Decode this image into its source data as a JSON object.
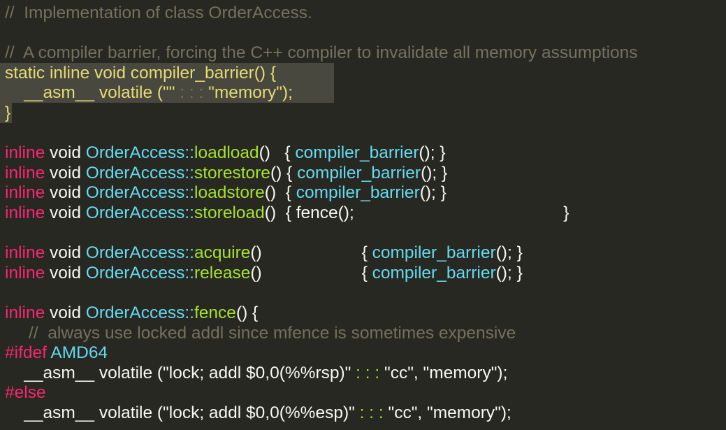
{
  "editor": {
    "lines": [
      {
        "tokens": [
          {
            "t": "//  Implementation of class OrderAccess.",
            "c": "cm"
          }
        ]
      },
      {
        "tokens": []
      },
      {
        "tokens": [
          {
            "t": "//  A compiler barrier, forcing the C++ compiler to invalidate all memory assumptions",
            "c": "cm"
          }
        ]
      },
      {
        "hl": true,
        "tokens": [
          {
            "t": "static inline void compiler_barrier() {",
            "c": "yl"
          }
        ]
      },
      {
        "hl": true,
        "tokens": [
          {
            "t": "    __asm__ volatile (\"\" ",
            "c": "yl"
          },
          {
            "t": ": : :",
            "c": "cm"
          },
          {
            "t": " \"memory\");",
            "c": "yl"
          }
        ]
      },
      {
        "hl": true,
        "narrow": true,
        "tokens": [
          {
            "t": "}",
            "c": "yl"
          }
        ]
      },
      {
        "tokens": []
      },
      {
        "tokens": [
          {
            "t": "inline",
            "c": "kw"
          },
          {
            "t": " void ",
            "c": "pl"
          },
          {
            "t": "OrderAccess::",
            "c": "ty"
          },
          {
            "t": "loadload",
            "c": "fn"
          },
          {
            "t": "()   { ",
            "c": "pl"
          },
          {
            "t": "compiler_barrier",
            "c": "cy"
          },
          {
            "t": "(); }",
            "c": "pl"
          }
        ]
      },
      {
        "tokens": [
          {
            "t": "inline",
            "c": "kw"
          },
          {
            "t": " void ",
            "c": "pl"
          },
          {
            "t": "OrderAccess::",
            "c": "ty"
          },
          {
            "t": "storestore",
            "c": "fn"
          },
          {
            "t": "() { ",
            "c": "pl"
          },
          {
            "t": "compiler_barrier",
            "c": "cy"
          },
          {
            "t": "(); }",
            "c": "pl"
          }
        ]
      },
      {
        "tokens": [
          {
            "t": "inline",
            "c": "kw"
          },
          {
            "t": " void ",
            "c": "pl"
          },
          {
            "t": "OrderAccess::",
            "c": "ty"
          },
          {
            "t": "loadstore",
            "c": "fn"
          },
          {
            "t": "()  { ",
            "c": "pl"
          },
          {
            "t": "compiler_barrier",
            "c": "cy"
          },
          {
            "t": "(); }",
            "c": "pl"
          }
        ]
      },
      {
        "tokens": [
          {
            "t": "inline",
            "c": "kw"
          },
          {
            "t": " void ",
            "c": "pl"
          },
          {
            "t": "OrderAccess::",
            "c": "ty"
          },
          {
            "t": "storeload",
            "c": "fn"
          },
          {
            "t": "()  { fence();                                            }",
            "c": "pl"
          }
        ]
      },
      {
        "tokens": []
      },
      {
        "tokens": [
          {
            "t": "inline",
            "c": "kw"
          },
          {
            "t": " void ",
            "c": "pl"
          },
          {
            "t": "OrderAccess::",
            "c": "ty"
          },
          {
            "t": "acquire",
            "c": "fn"
          },
          {
            "t": "()                     { ",
            "c": "pl"
          },
          {
            "t": "compiler_barrier",
            "c": "cy"
          },
          {
            "t": "(); }",
            "c": "pl"
          }
        ]
      },
      {
        "tokens": [
          {
            "t": "inline",
            "c": "kw"
          },
          {
            "t": " void ",
            "c": "pl"
          },
          {
            "t": "OrderAccess::",
            "c": "ty"
          },
          {
            "t": "release",
            "c": "fn"
          },
          {
            "t": "()                     { ",
            "c": "pl"
          },
          {
            "t": "compiler_barrier",
            "c": "cy"
          },
          {
            "t": "(); }",
            "c": "pl"
          }
        ]
      },
      {
        "tokens": []
      },
      {
        "tokens": [
          {
            "t": "inline",
            "c": "kw"
          },
          {
            "t": " void ",
            "c": "pl"
          },
          {
            "t": "OrderAccess::",
            "c": "ty"
          },
          {
            "t": "fence",
            "c": "fn"
          },
          {
            "t": "() {",
            "c": "pl"
          }
        ]
      },
      {
        "tokens": [
          {
            "t": "     //  always use locked addl since mfence is sometimes expensive",
            "c": "cm"
          }
        ]
      },
      {
        "tokens": [
          {
            "t": "#ifdef",
            "c": "pp"
          },
          {
            "t": " AMD64",
            "c": "cy"
          }
        ]
      },
      {
        "tokens": [
          {
            "t": "    __asm__ volatile (\"lock; addl $0,0(%%rsp)\" ",
            "c": "pl"
          },
          {
            "t": ": : :",
            "c": "fn"
          },
          {
            "t": " \"cc\", \"memory\");",
            "c": "pl"
          }
        ]
      },
      {
        "tokens": [
          {
            "t": "#else",
            "c": "pp"
          }
        ]
      },
      {
        "tokens": [
          {
            "t": "    __asm__ volatile (\"lock; addl $0,0(%%esp)\" ",
            "c": "pl"
          },
          {
            "t": ": : :",
            "c": "fn"
          },
          {
            "t": " \"cc\", \"memory\");",
            "c": "pl"
          }
        ]
      }
    ]
  }
}
